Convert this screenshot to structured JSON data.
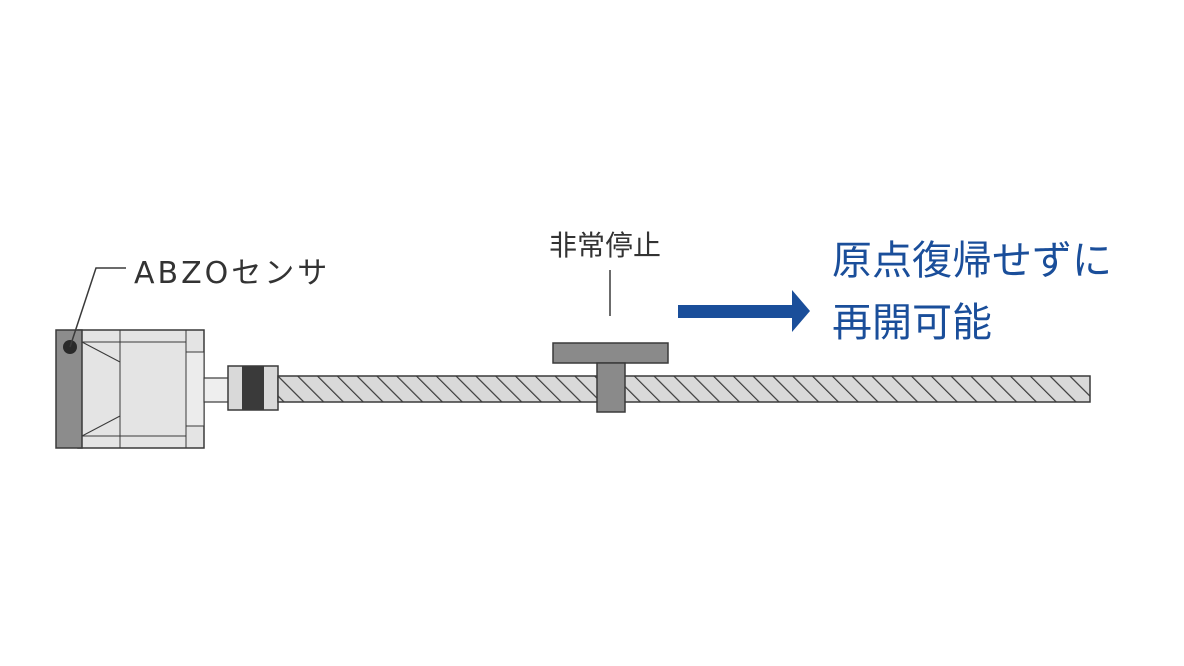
{
  "labels": {
    "sensor": "ABZOセンサ",
    "emergency_stop": "非常停止",
    "result_line_1": "原点復帰せずに",
    "result_line_2": "再開可能"
  },
  "colors": {
    "text": "#333333",
    "accent": "#1a4e9a",
    "motor_body": "#e4e4e4",
    "motor_cap": "#8c8c8c",
    "shaft": "#d9d9d9",
    "coupling_dark": "#3a3a3a",
    "nut": "#8a8a8a",
    "outline": "#3a3a3a"
  },
  "icons": {
    "motion_direction": "arrow-right-icon"
  }
}
